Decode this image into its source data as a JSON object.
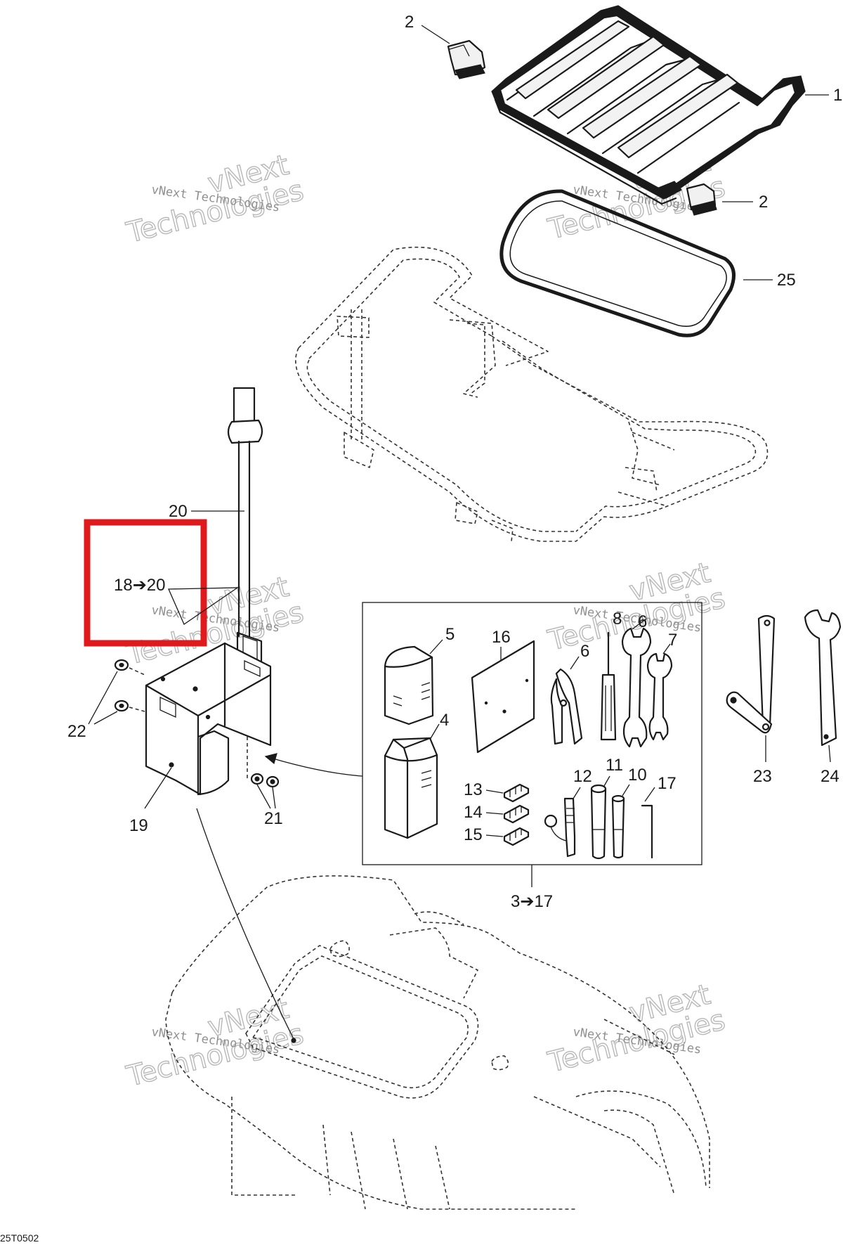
{
  "diagram": {
    "figure_code": "25T0502",
    "watermark": {
      "line1": "vNext Technologies",
      "line2": "vNext",
      "line3": "Technologies"
    },
    "callouts": {
      "c1": "1",
      "c2a": "2",
      "c2b": "2",
      "c25": "25",
      "c20": "20",
      "c18_20": "18➔20",
      "c22": "22",
      "c19": "19",
      "c21": "21",
      "c5": "5",
      "c4": "4",
      "c16": "16",
      "c6a": "6",
      "c8": "8",
      "c6b": "6",
      "c7": "7",
      "c13": "13",
      "c14": "14",
      "c15": "15",
      "c12": "12",
      "c11": "11",
      "c10": "10",
      "c17": "17",
      "c3_17": "3➔17",
      "c23": "23",
      "c24": "24"
    },
    "highlight_color": "#e0191c"
  }
}
